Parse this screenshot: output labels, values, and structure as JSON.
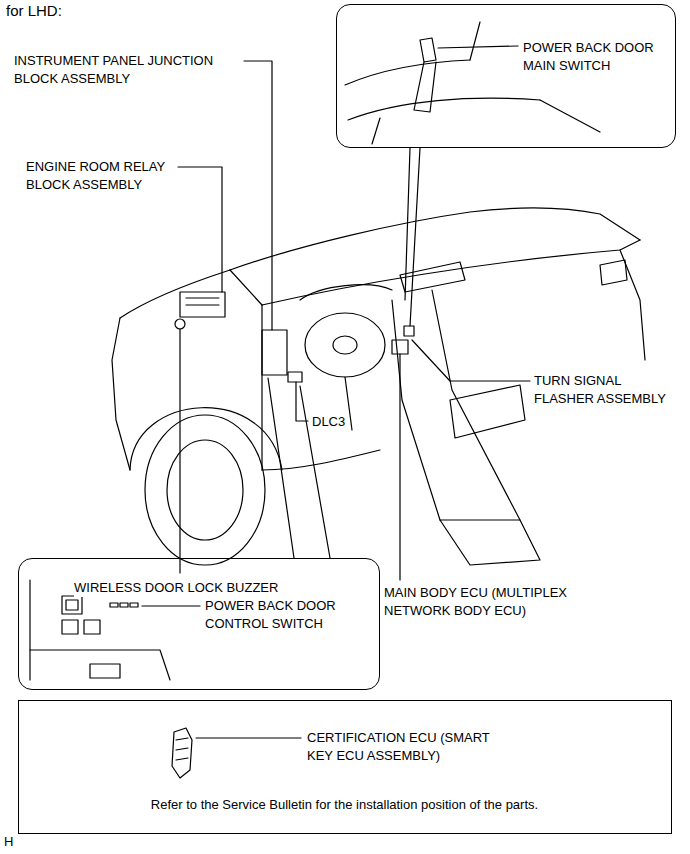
{
  "diagram": {
    "title": "for LHD:",
    "nodes": [
      {
        "text": [
          "POWER BACK DOOR MAIN SWITCH"
        ]
      },
      {
        "text": [
          "POWER BACK DOOR CONTROL SWITCH"
        ]
      },
      {
        "text": [
          "CERTIFICATION ECU (SMART KEY ECU ASSEMBLY)",
          "Refer to the Service Bulletin for the installation position of the parts."
        ]
      }
    ],
    "labels": [
      "INSTRUMENT PANEL JUNCTION BLOCK ASSEMBLY",
      "ENGINE ROOM RELAY BLOCK ASSEMBLY",
      "TURN SIGNAL FLASHER ASSEMBLY",
      "DLC3",
      "WIRELESS DOOR LOCK BUZZER",
      "MAIN BODY ECU (MULTIPLEX NETWORK BODY ECU)",
      "H"
    ]
  }
}
